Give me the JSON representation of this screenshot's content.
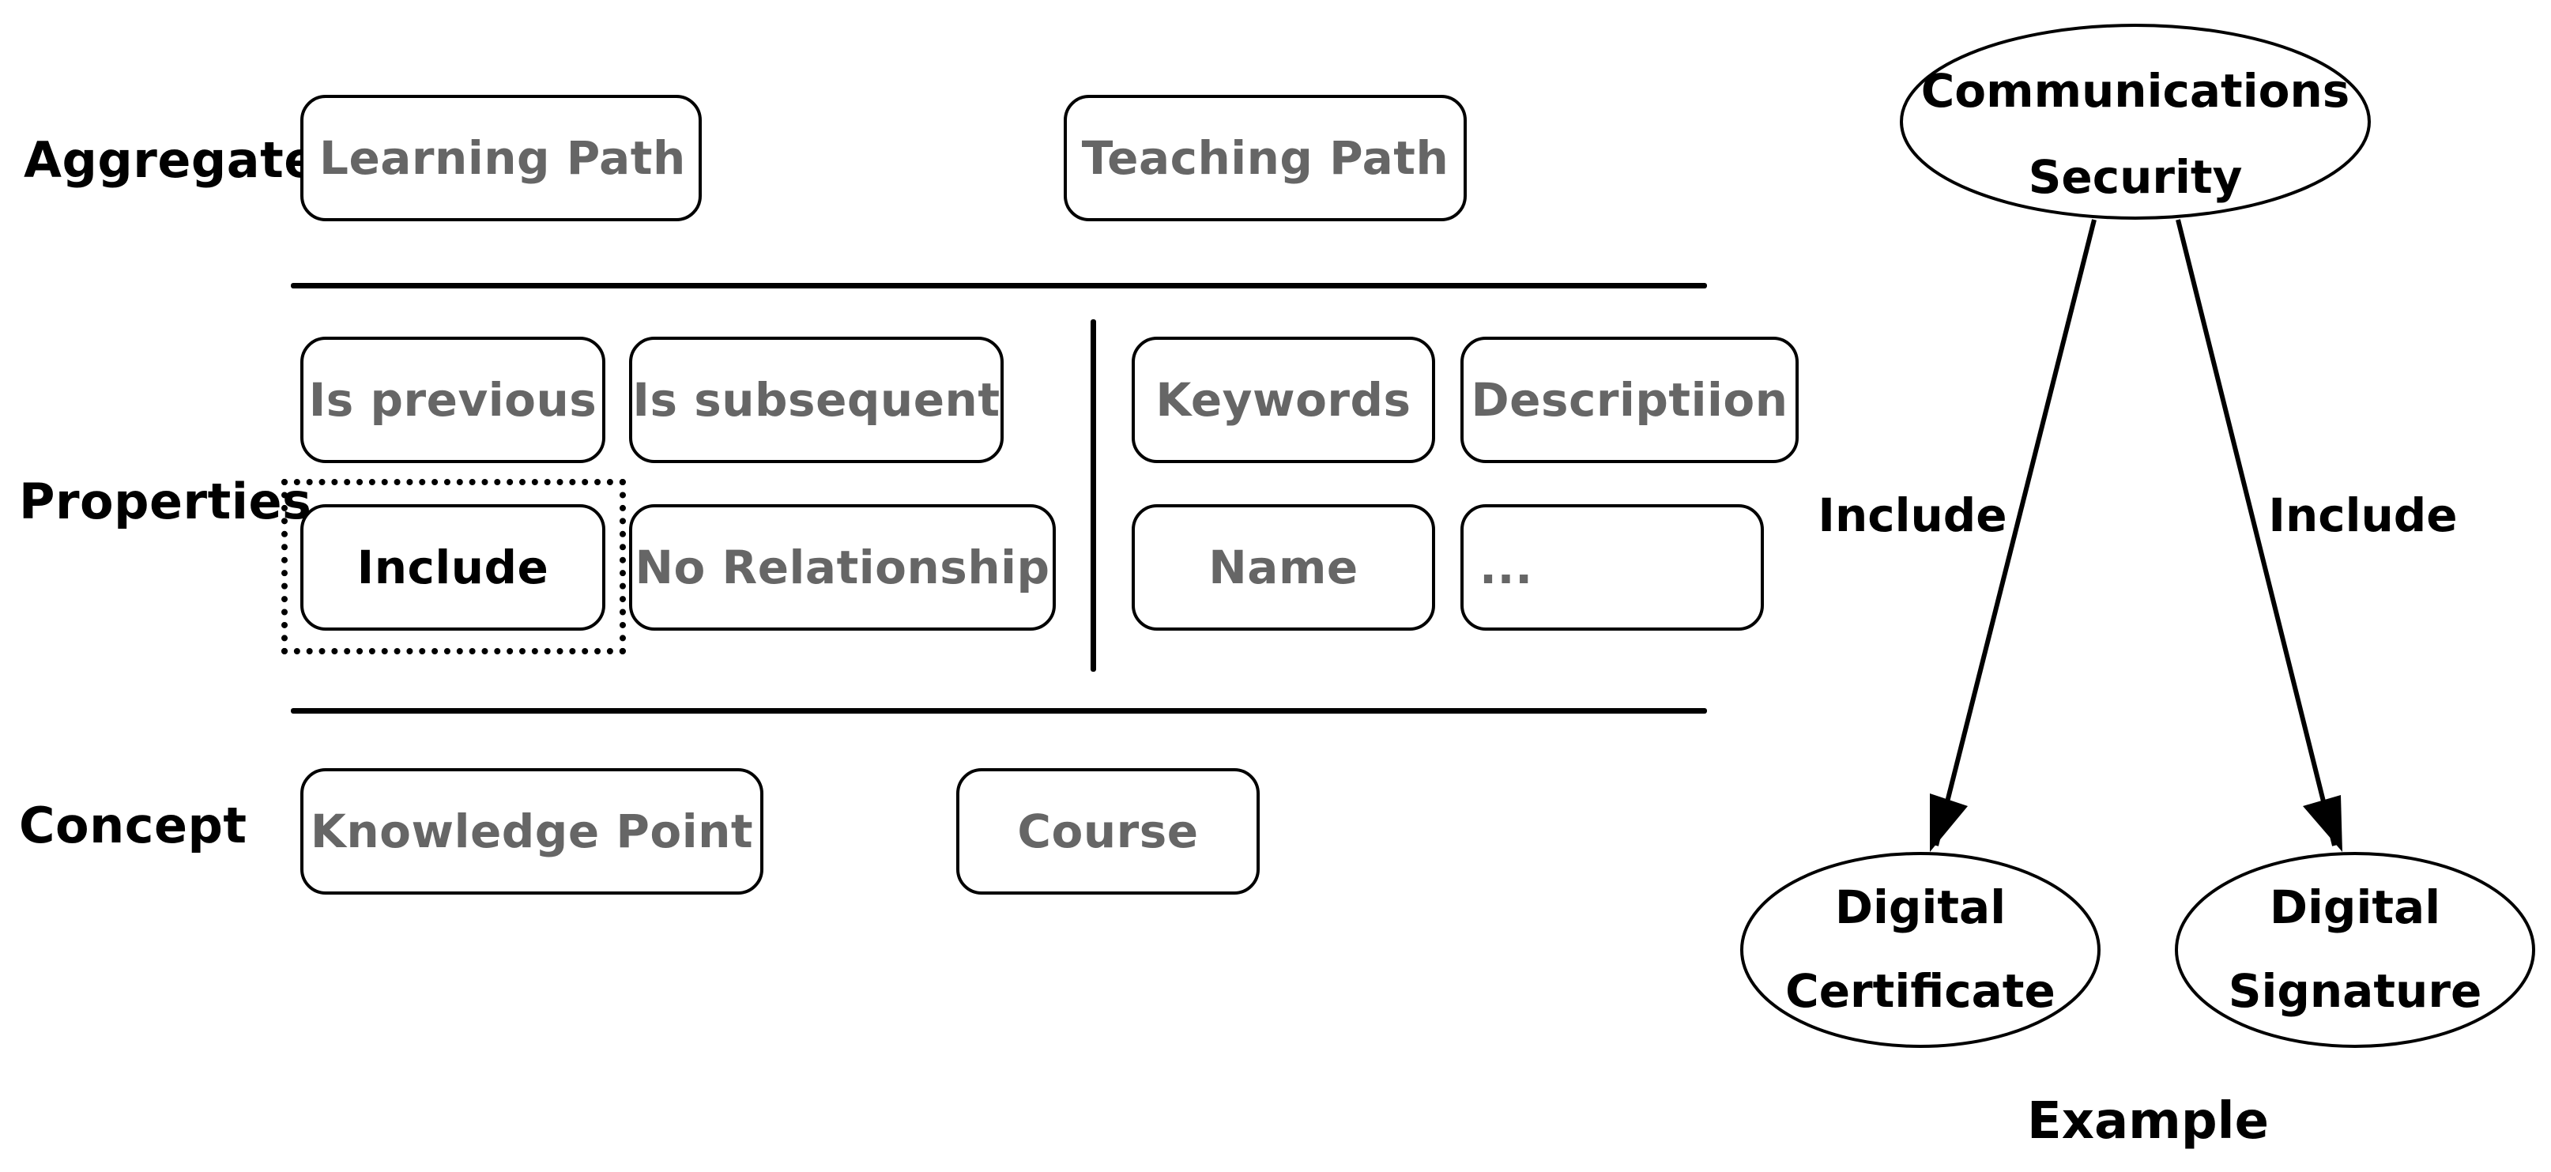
{
  "row_labels": {
    "aggregate": "Aggregate",
    "properties": "Properties",
    "concept": "Concept"
  },
  "aggregate_boxes": [
    "Learning Path",
    "Teaching Path"
  ],
  "property_relations": [
    "Is previous",
    "Is subsequent",
    "Include",
    "No Relationship"
  ],
  "property_attributes": [
    "Keywords",
    "Descriptiion",
    "Name",
    "..."
  ],
  "selected_property": "Include",
  "concept_boxes": [
    "Knowledge Point",
    "Course"
  ],
  "example": {
    "caption": "Example",
    "root": {
      "line1": "Communications",
      "line2": "Security"
    },
    "children": [
      {
        "line1": "Digital",
        "line2": "Certificate",
        "edge_label": "Include"
      },
      {
        "line1": "Digital",
        "line2": "Signature",
        "edge_label": "Include"
      }
    ]
  },
  "colors": {
    "inactive_text": "#666666",
    "active_text": "#000000",
    "stroke": "#000000"
  }
}
